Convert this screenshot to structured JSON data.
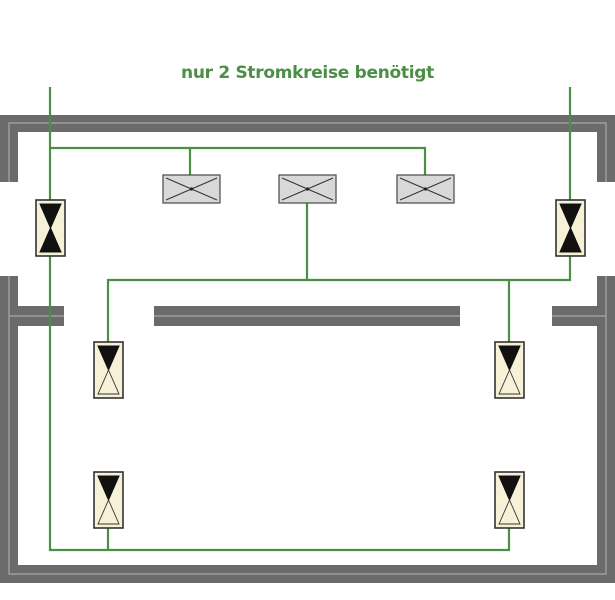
{
  "diagram": {
    "title": "nur 2 Stromkreise benötigt",
    "colors": {
      "wire": "#4a8f45",
      "title": "#4a8f45",
      "wall": "#6b6b6b",
      "wall_highlight": "#a8a8a8",
      "fixture_fill": "#d8d8d8",
      "sensor_fill": "#f7f1d8",
      "sensor_dark": "#111111"
    },
    "circuit_count": 2,
    "ceiling_lights": 3,
    "motion_sensors": 6
  }
}
